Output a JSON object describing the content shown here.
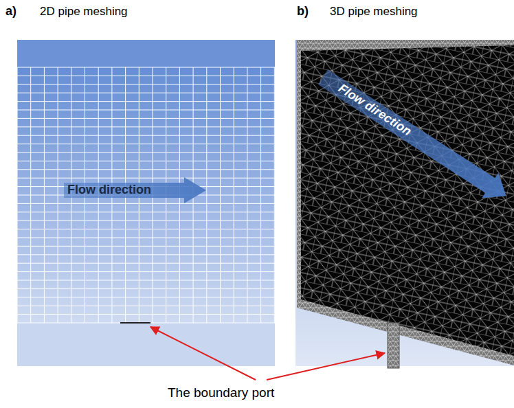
{
  "diagram": {
    "labels": [
      "a)",
      "2D pipe meshing",
      "b)",
      "3D pipe meshing",
      "Flow direction",
      "Flow direction",
      "The boundary port"
    ]
  }
}
